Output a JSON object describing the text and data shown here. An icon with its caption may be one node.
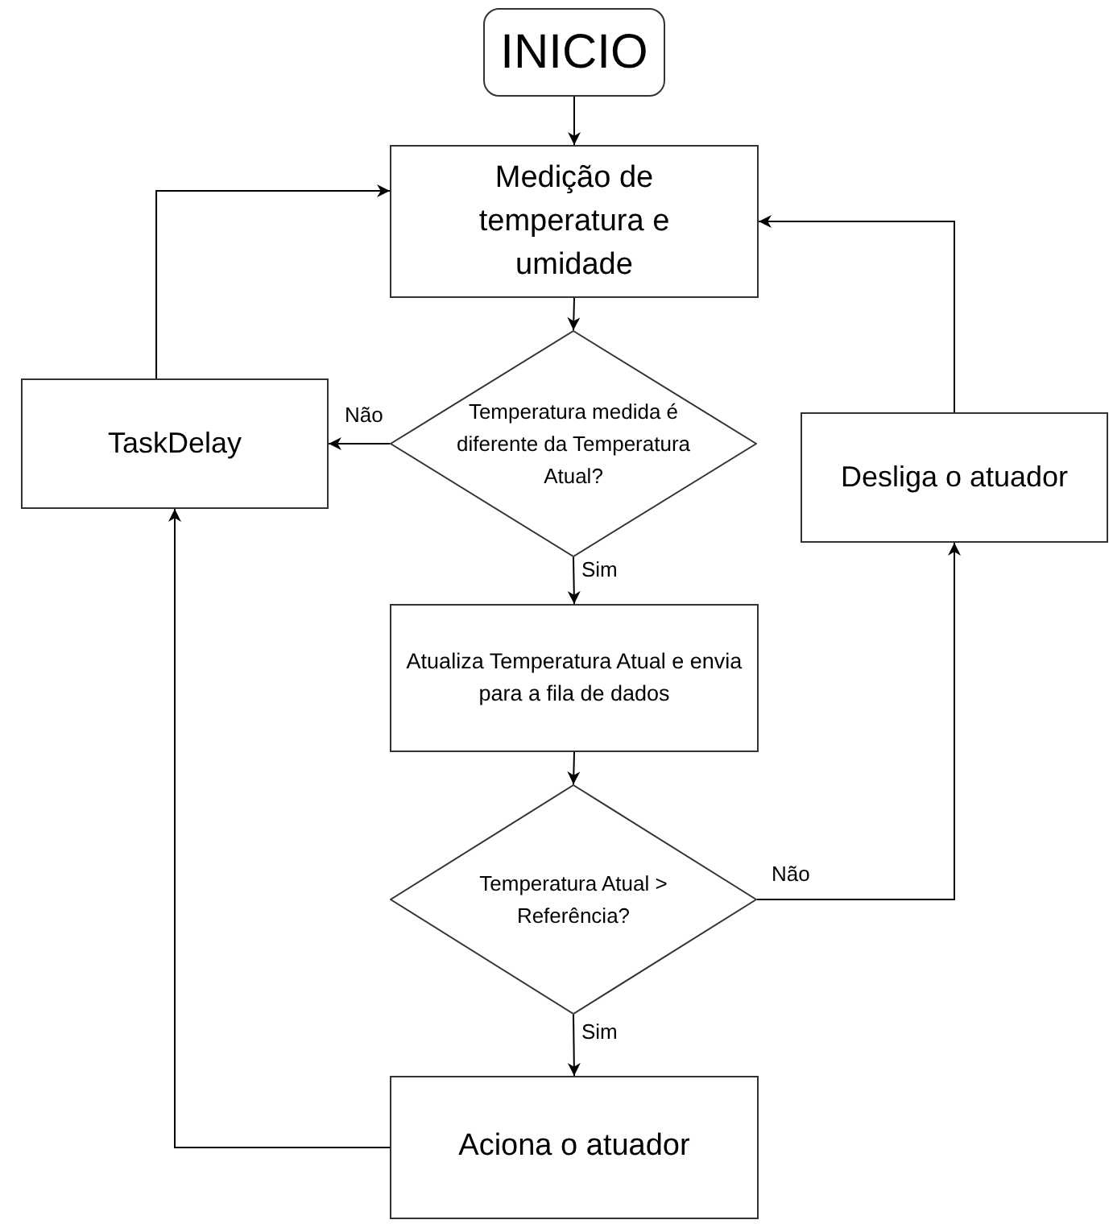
{
  "diagram": {
    "nodes": [
      {
        "text": [
          "INICIO"
        ]
      },
      {
        "text": [
          "Medição de temperatura e umidade"
        ]
      },
      {
        "text": [
          "Temperatura medida é diferente da Temperatura Atual?"
        ]
      },
      {
        "text": [
          "TaskDelay"
        ]
      },
      {
        "text": [
          "Desliga o atuador"
        ]
      },
      {
        "text": [
          "Atualiza Temperatura Atual e envia para a fila de dados"
        ]
      },
      {
        "text": [
          "Temperatura Atual > Referência?"
        ]
      },
      {
        "text": [
          "Aciona o atuador"
        ]
      }
    ],
    "edges": [
      {
        "from": 0,
        "to": 1,
        "arrow": "to"
      },
      {
        "from": 1,
        "to": 2,
        "arrow": "to"
      },
      {
        "from": 2,
        "to": 3,
        "arrow": "to",
        "label": "Não"
      },
      {
        "from": 2,
        "to": 5,
        "arrow": "to",
        "label": "Sim"
      },
      {
        "from": 5,
        "to": 6,
        "arrow": "to"
      },
      {
        "from": 6,
        "to": 7,
        "arrow": "to",
        "label": "Sim"
      },
      {
        "from": 6,
        "to": 4,
        "arrow": "to",
        "label": "Não"
      },
      {
        "from": 4,
        "to": 1,
        "arrow": "to"
      },
      {
        "from": 3,
        "to": 1,
        "arrow": "to"
      },
      {
        "from": 7,
        "to": 3,
        "arrow": "to"
      }
    ]
  }
}
